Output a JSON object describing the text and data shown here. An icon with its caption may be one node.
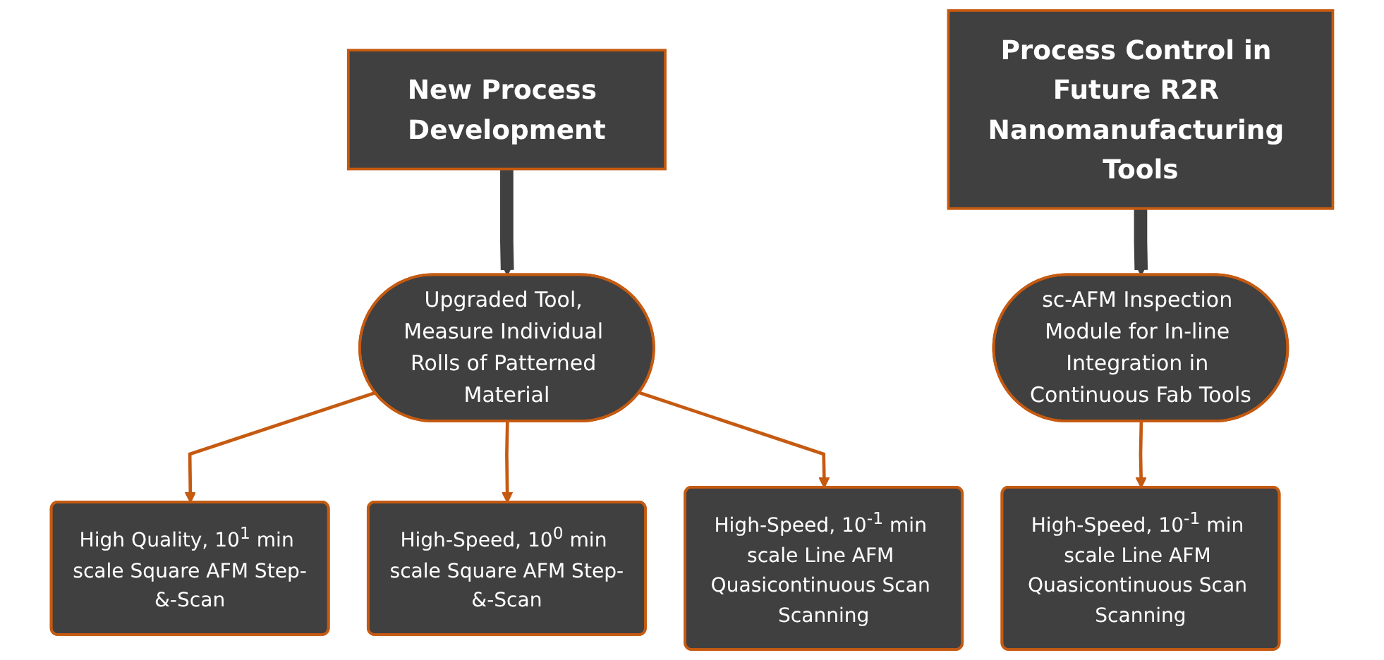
{
  "diagram": {
    "nodes": [
      {
        "text": [
          "New Process Development"
        ]
      },
      {
        "text": [
          "Upgraded Tool, Measure Individual Rolls of Patterned Material"
        ]
      },
      {
        "text": [
          "High Quality, 10$^{1}$ min scale Square AFM Step-&-Scan"
        ]
      },
      {
        "text": [
          "High-Speed, 10$^{0}$ min scale Square AFM Step-&-Scan"
        ]
      },
      {
        "text": [
          "High-Speed, 10$^{-1}$ min scale Line AFM Quasicontinuous Scan Scanning"
        ]
      },
      {
        "text": [
          "Process Control in Future R2R Nanomanufacturing Tools"
        ]
      },
      {
        "text": [
          "sc-AFM Inspection Module for In-line Integration in Continuous Fab Tools"
        ]
      },
      {
        "text": [
          "High-Speed, 10$^{-1}$ min scale Line AFM Quasicontinuous Scan Scanning"
        ]
      }
    ],
    "edges": [
      {
        "from": 0,
        "to": 1,
        "arrow": "to",
        "style": "thick",
        "color": "#404040"
      },
      {
        "from": 1,
        "to": 2,
        "arrow": "to"
      },
      {
        "from": 1,
        "to": 3,
        "arrow": "to"
      },
      {
        "from": 1,
        "to": 4,
        "arrow": "to"
      },
      {
        "from": 5,
        "to": 6,
        "arrow": "to",
        "style": "thick",
        "color": "#404040"
      },
      {
        "from": 6,
        "to": 7,
        "arrow": "to"
      }
    ]
  }
}
